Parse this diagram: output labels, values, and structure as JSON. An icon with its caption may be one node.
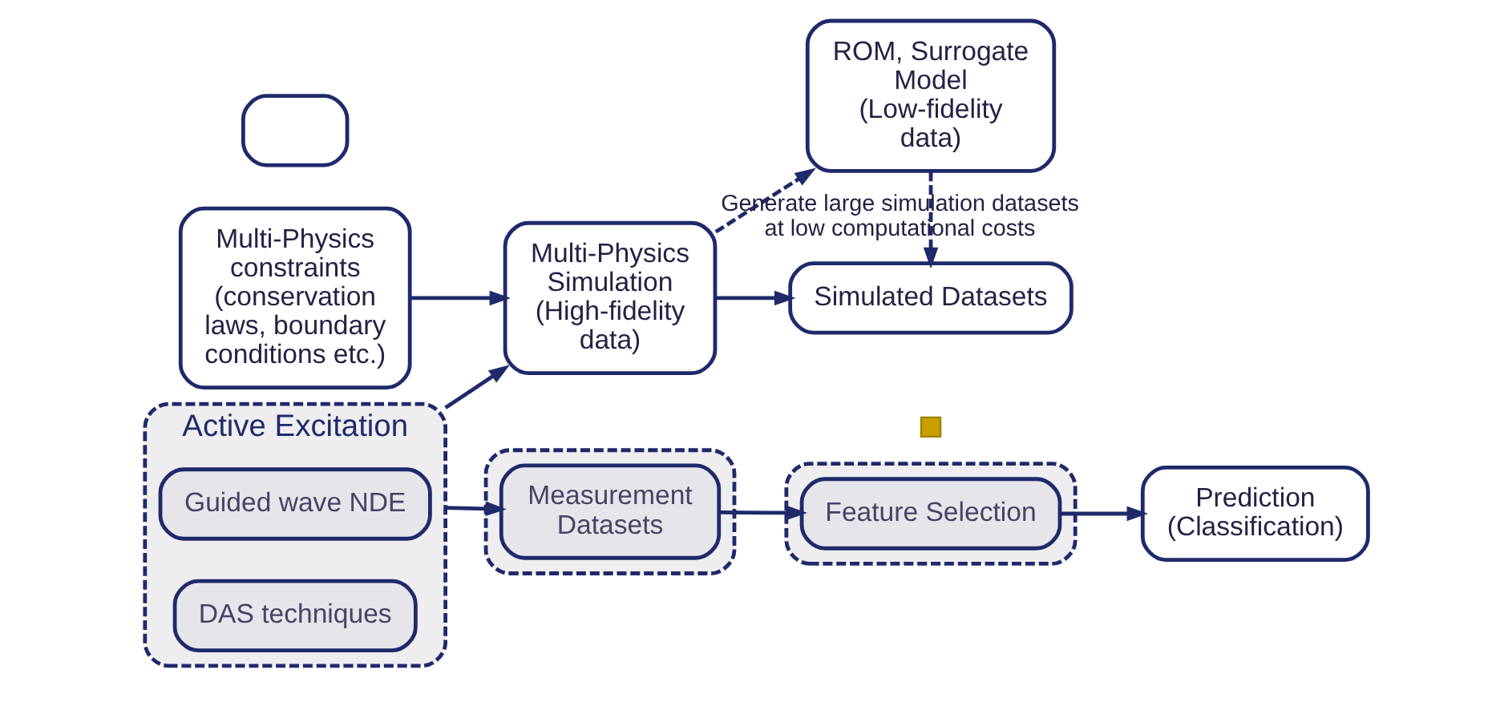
{
  "diagram": {
    "nodes": [
      {
        "text": [
          "Multi-Physics constraints (conservation laws, boundary conditions etc.)"
        ]
      },
      {
        "text": [
          "Multi-Physics Simulation (High-fidelity data)"
        ]
      },
      {
        "text": [
          "ROM, Surrogate Model (Low-fidelity data)"
        ]
      },
      {
        "text": [
          "Simulated Datasets"
        ]
      },
      {
        "text": [],
        "shape": "box"
      },
      {
        "text": [
          "Active Excitation"
        ]
      },
      {
        "text": [
          "Guided wave NDE"
        ],
        "in": 5
      },
      {
        "text": [
          "DAS techniques"
        ],
        "in": 5
      },
      {
        "text": [],
        "shape": "plus"
      },
      {
        "text": [],
        "shape": "box"
      },
      {
        "text": [
          "Measurement Datasets"
        ],
        "in": 9
      },
      {
        "text": [],
        "shape": "box"
      },
      {
        "text": [
          "Feature Selection"
        ],
        "in": 11
      },
      {
        "text": [
          "Prediction (Classification)"
        ]
      }
    ],
    "edges": [
      {
        "from": 0,
        "to": 1,
        "arrow": "to"
      },
      {
        "from": 5,
        "to": 1,
        "arrow": "to"
      },
      {
        "from": 1,
        "to": 3,
        "arrow": "to"
      },
      {
        "from": 1,
        "to": 2,
        "arrow": "to",
        "style": "dashed"
      },
      {
        "from": 2,
        "to": 3,
        "arrow": "to",
        "style": "dashed",
        "label": "Generate large simulation datasets at low computational costs"
      },
      {
        "from": 5,
        "to": 10,
        "arrow": "to"
      },
      {
        "from": 10,
        "to": 12,
        "arrow": "to"
      },
      {
        "from": 12,
        "to": 13,
        "arrow": "to"
      }
    ]
  }
}
